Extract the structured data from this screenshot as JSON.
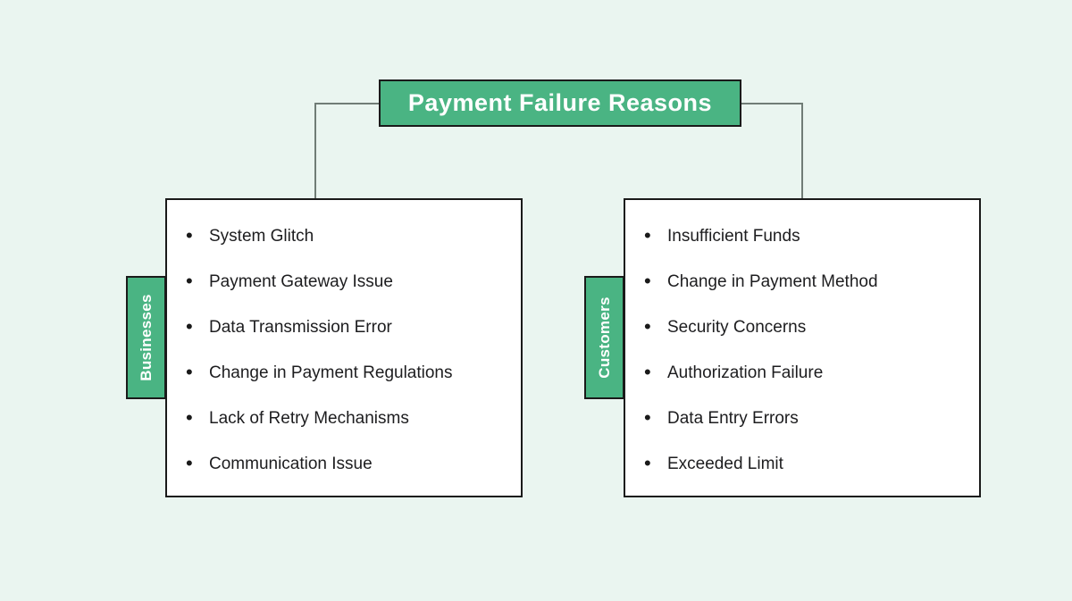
{
  "page": {
    "background_color": "#EAF5F0"
  },
  "colors": {
    "accent_green": "#4AB483",
    "box_border": "#1A1A1A",
    "connector_gray": "#707C76",
    "list_text": "#1D1D1F",
    "label_text": "#FFFFFF"
  },
  "root": {
    "title": "Payment Failure Reasons"
  },
  "branches": [
    {
      "label": "Businesses",
      "items": [
        "System Glitch",
        "Payment Gateway Issue",
        "Data Transmission Error",
        "Change in Payment Regulations",
        "Lack of Retry Mechanisms",
        "Communication Issue"
      ]
    },
    {
      "label": "Customers",
      "items": [
        "Insufficient Funds",
        "Change in Payment Method",
        "Security Concerns",
        "Authorization Failure",
        "Data Entry Errors",
        "Exceeded Limit"
      ]
    }
  ]
}
